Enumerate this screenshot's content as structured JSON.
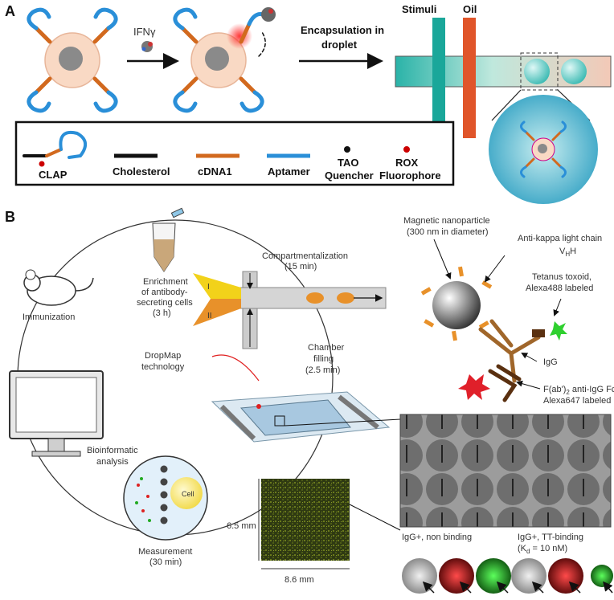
{
  "panel_a": {
    "label": "A",
    "ifn_label": "IFNγ",
    "encapsulation_line1": "Encapsulation in",
    "encapsulation_line2": "droplet",
    "stimuli_label": "Stimuli",
    "oil_label": "Oil",
    "legend": {
      "clap": "CLAP",
      "cholesterol": "Cholesterol",
      "cdna1": "cDNA1",
      "aptamer": "Aptamer",
      "tao_line1": "TAO",
      "tao_line2": "Quencher",
      "rox_line1": "ROX",
      "rox_line2": "Fluorophore"
    },
    "colors": {
      "aptamer": "#2a8fd8",
      "cdna1": "#d2691e",
      "cell": "#f9d9c4",
      "nucleus": "#8a8a8a",
      "stimuli_channel": "#1aa79a",
      "oil_channel": "#e0552a",
      "droplet": "#7fd8d6"
    }
  },
  "panel_b": {
    "label": "B",
    "immunization": "Immunization",
    "enrichment_lines": [
      "Enrichment",
      "of antibody-",
      "secreting cells",
      "(3 h)"
    ],
    "compartmentalization": "Compartmentalization",
    "compartmentalization_time": "(15 min)",
    "inlet_1": "I",
    "inlet_2": "II",
    "dropmap_line1": "DropMap",
    "dropmap_line2": "technology",
    "chamber_lines": [
      "Chamber",
      "filling",
      "(2.5 min)"
    ],
    "bioinformatic_line1": "Bioinformatic",
    "bioinformatic_line2": "analysis",
    "cell_label": "Cell",
    "measurement_line1": "Measurement",
    "measurement_line2": "(30 min)",
    "dim_height": "6.5 mm",
    "dim_width": "8.6 mm",
    "magnetic_line1": "Magnetic nanoparticle",
    "magnetic_line2": "(300 nm in diameter)",
    "anti_kappa_line1": "Anti-kappa light chain",
    "anti_kappa_line2": "V",
    "anti_kappa_sub": "H",
    "anti_kappa_line2b": "H",
    "tetanus_line1": "Tetanus toxoid,",
    "tetanus_line2": "Alexa488 labeled",
    "igg_label": "IgG",
    "fab_line1": "F(ab')",
    "fab_sub": "2",
    "fab_line1b": " anti-IgG Fc,",
    "fab_line2": "Alexa647 labeled",
    "igg_nonbinding": "IgG+, non binding",
    "igg_tt_line1": "IgG+, TT-binding",
    "igg_tt_line2_a": "(K",
    "igg_tt_line2_sub": "d",
    "igg_tt_line2_b": " = 10 nM)",
    "colors": {
      "alexa488": "#2fd02f",
      "alexa647": "#e0202a",
      "igg": "#a0662a",
      "channel_yellow": "#f2d21a",
      "channel_orange": "#e8912a"
    }
  }
}
